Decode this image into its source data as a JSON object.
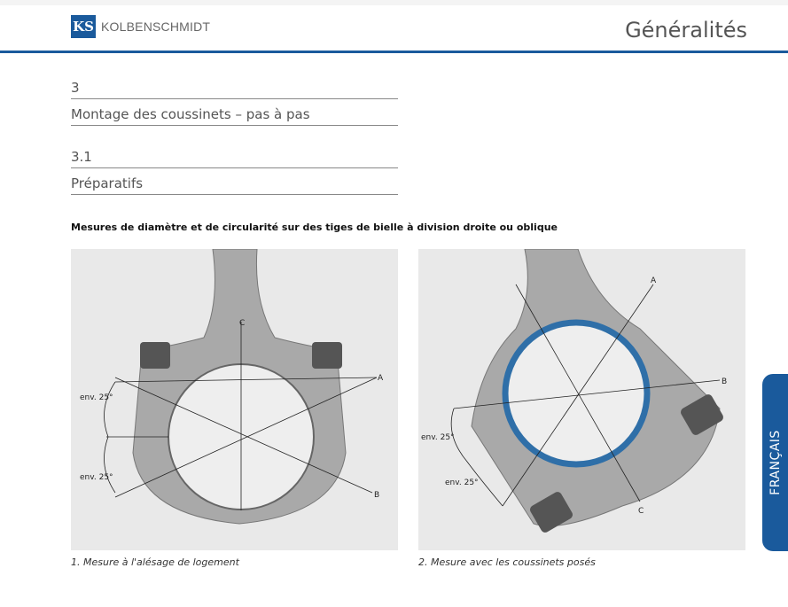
{
  "header": {
    "brand": "KOLBENSCHMIDT",
    "logo_mark": "KS",
    "title": "Généralités"
  },
  "sections": [
    {
      "label": "3"
    },
    {
      "label": "Montage des coussinets – pas à pas"
    },
    {
      "label": "3.1"
    },
    {
      "label": "Préparatifs"
    }
  ],
  "subheading": "Mesures de diamètre et de circularité sur des tiges de bielle à division droite ou oblique",
  "figures": [
    {
      "caption": "1. Mesure à l'alésage de logement",
      "labels": {
        "a": "A",
        "b": "B",
        "c": "C",
        "angle1": "env. 25°",
        "angle2": "env. 25°"
      }
    },
    {
      "caption": "2. Mesure avec les coussinets posés",
      "labels": {
        "a": "A",
        "b": "B",
        "c": "C",
        "angle1": "env. 25°",
        "angle2": "env. 25°"
      }
    }
  ],
  "side_tab": "FRANÇAIS",
  "colors": {
    "brand_blue": "#1a5a9c",
    "bearing_blue": "#2f6fa8"
  }
}
